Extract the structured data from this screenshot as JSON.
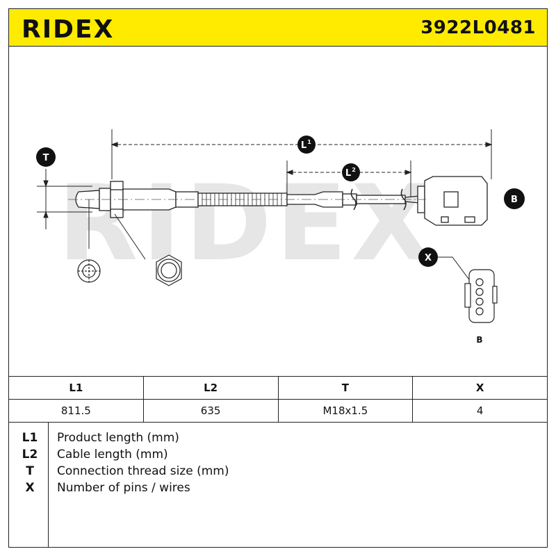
{
  "brand": {
    "logo_text": "RIDEX",
    "watermark_text": "RIDEX",
    "accent": "#ffeb00"
  },
  "part_number": "3922L0481",
  "drawing": {
    "label_l1_main": "L",
    "label_l1_sup": "1",
    "label_l2_main": "L",
    "label_l2_sup": "2",
    "label_t": "T",
    "label_b": "B",
    "label_x": "X",
    "label_connector_b": "B"
  },
  "spec_table": {
    "headers": [
      "L1",
      "L2",
      "T",
      "X"
    ],
    "values": [
      "811.5",
      "635",
      "M18x1.5",
      "4"
    ]
  },
  "legend": [
    {
      "key": "L1",
      "desc": "Product length (mm)"
    },
    {
      "key": "L2",
      "desc": "Cable length (mm)"
    },
    {
      "key": "T",
      "desc": "Connection thread size (mm)"
    },
    {
      "key": "X",
      "desc": "Number of pins / wires"
    }
  ]
}
